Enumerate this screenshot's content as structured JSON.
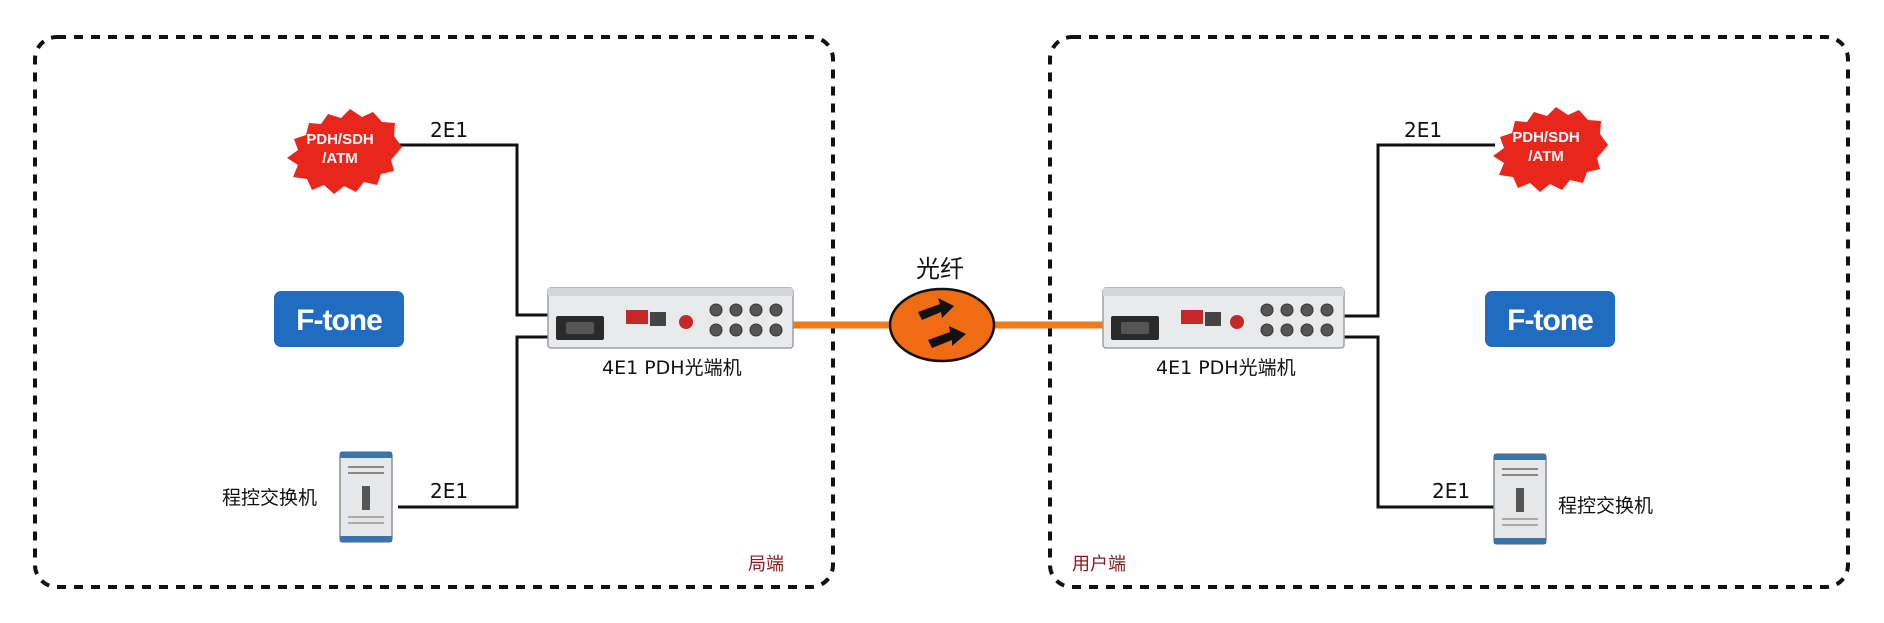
{
  "colors": {
    "fiber": "#f07a18",
    "fiber_node_fill": "#f06c12",
    "burst_fill": "#e8261c",
    "brand_fill": "#1f6cc0",
    "region_border": "#111111",
    "side_label": "#8b1a1a"
  },
  "left_site": {
    "side_label": "局端",
    "network_label": "PDH/SDH\n/ATM",
    "network_line1": "PDH/SDH",
    "network_line2": "/ATM",
    "top_link_label": "2E1",
    "bottom_link_label": "2E1",
    "brand": "F-tone",
    "exchange_label": "程控交换机",
    "device_label": "4E1 PDH光端机"
  },
  "right_site": {
    "side_label": "用户端",
    "network_line1": "PDH/SDH",
    "network_line2": "/ATM",
    "top_link_label": "2E1",
    "bottom_link_label": "2E1",
    "brand": "F-tone",
    "exchange_label": "程控交换机",
    "device_label": "4E1 PDH光端机"
  },
  "fiber": {
    "label": "光纤",
    "icon": "arrows-exchange-icon"
  }
}
